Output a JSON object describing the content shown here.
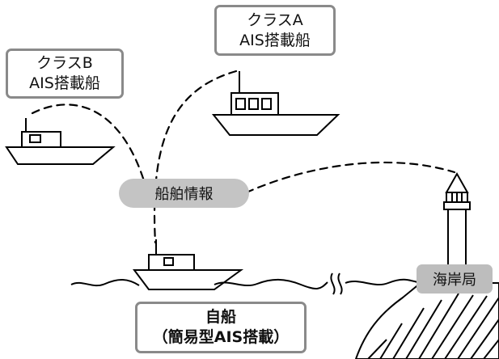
{
  "labels": {
    "class_b": {
      "line1": "クラスB",
      "line2": "AIS搭載船"
    },
    "class_a": {
      "line1": "クラスA",
      "line2": "AIS搭載船"
    },
    "own_ship": {
      "line1": "自船",
      "line2": "（簡易型AIS搭載）"
    },
    "ship_info": "船舶情報",
    "coast_station": "海岸局"
  },
  "colors": {
    "box_border": "#8a8a8a",
    "pill_fill": "#c4c4c4",
    "coast_label_fill": "#bdbdbd",
    "line": "#000000"
  },
  "icons": [
    "ship-icon",
    "lighthouse-icon",
    "coast-hatch"
  ]
}
